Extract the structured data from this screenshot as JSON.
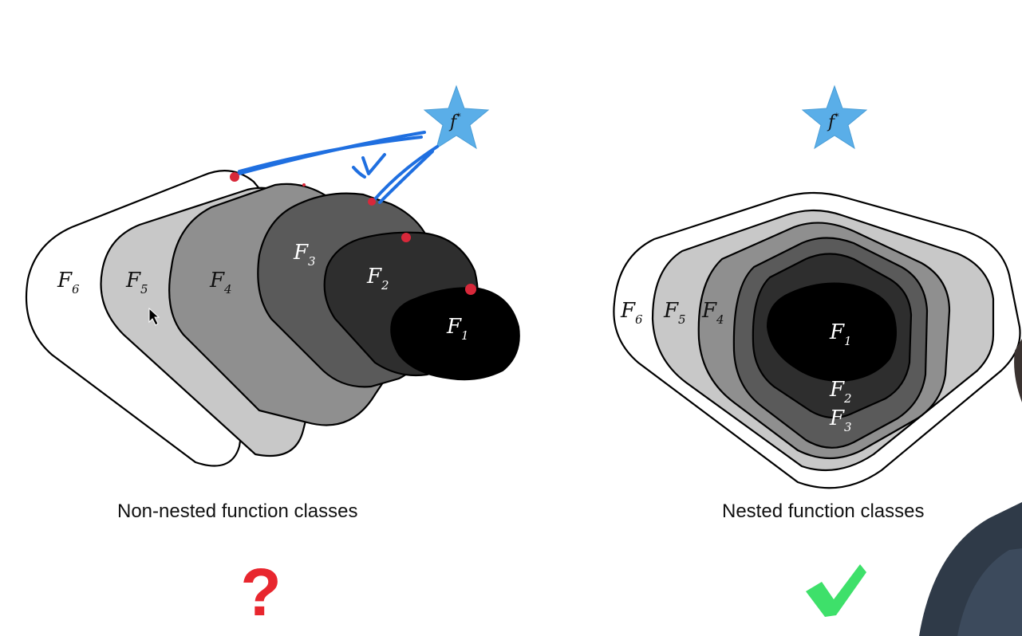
{
  "left_panel": {
    "caption": "Non-nested function classes",
    "verdict": "?",
    "labels": [
      "F",
      "F",
      "F",
      "F",
      "F",
      "F"
    ],
    "subscripts": [
      "6",
      "5",
      "4",
      "3",
      "2",
      "1"
    ],
    "star_label": "f",
    "star_superscript": "*"
  },
  "right_panel": {
    "caption": "Nested function classes",
    "verdict": "✔",
    "labels": [
      "F",
      "F",
      "F",
      "F",
      "F",
      "F"
    ],
    "subscripts": [
      "6",
      "5",
      "4",
      "1",
      "2",
      "3"
    ],
    "star_label": "f",
    "star_superscript": "*"
  },
  "colors": {
    "star": "#5aaee8",
    "annotation_blue": "#1f6fe0",
    "annotation_red": "#d8283a",
    "question_mark": "#e8262e",
    "checkmark": "#3ee06a"
  }
}
